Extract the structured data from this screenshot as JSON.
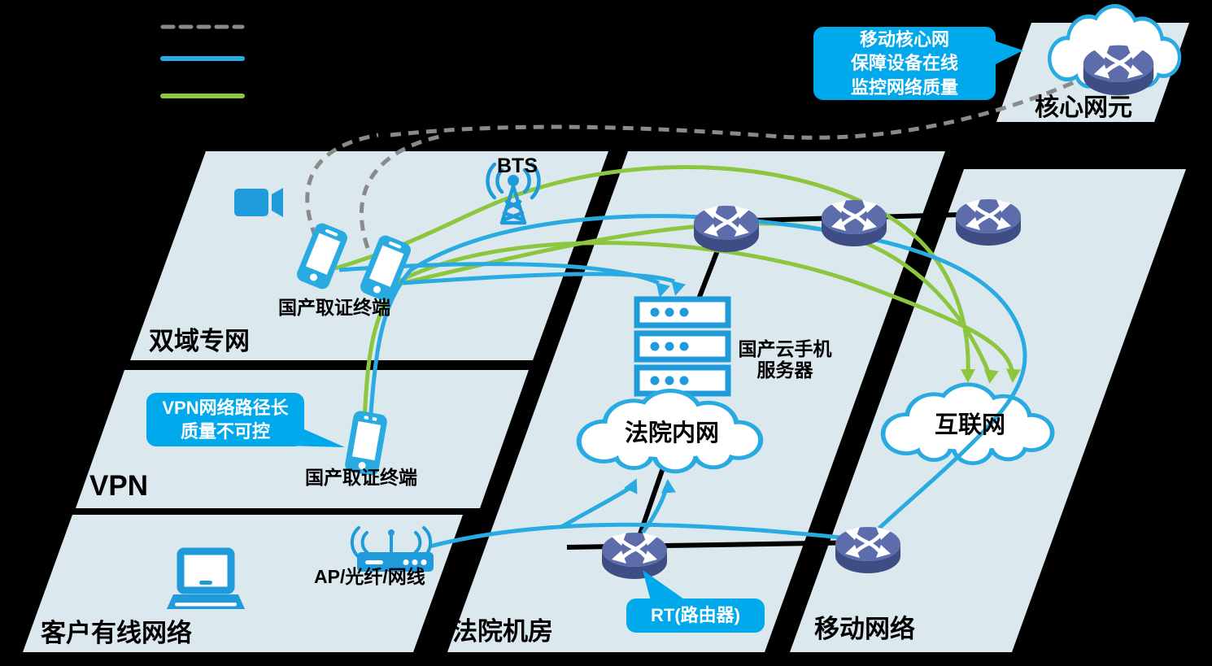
{
  "colors": {
    "background": "#000000",
    "region_fill": "#dbe9ee",
    "line_blue": "#29abe2",
    "line_green": "#8cc63f",
    "line_gray": "#8a8a8a",
    "icon_blue": "#1f9bdb",
    "callout_bg": "#00a8ec",
    "callout_text": "#ffffff",
    "router_top": "#5d6cab",
    "router_side": "#3f4d85",
    "black_link": "#000000"
  },
  "legend": {
    "items": [
      {
        "name": "dashed-gray-line"
      },
      {
        "name": "solid-blue-line"
      },
      {
        "name": "solid-green-line"
      }
    ]
  },
  "regions": {
    "dual_domain": {
      "label": "双域专网"
    },
    "vpn": {
      "label": "VPN"
    },
    "customer_wired": {
      "label": "客户有线网络"
    },
    "court_room": {
      "label": "法院机房"
    },
    "mobile_network": {
      "label": "移动网络"
    }
  },
  "nodes": {
    "core_element": {
      "label": "核心网元"
    },
    "bts": {
      "label": "BTS"
    },
    "evidence_terminal_top": {
      "label": "国产取证终端"
    },
    "evidence_terminal_vpn": {
      "label": "国产取证终端"
    },
    "cloud_server": {
      "label_line1": "国产云手机",
      "label_line2": "服务器"
    },
    "court_intranet": {
      "label": "法院内网"
    },
    "internet": {
      "label": "互联网"
    },
    "ap": {
      "label": "AP/光纤/网线"
    }
  },
  "callouts": {
    "core": {
      "lines": [
        "移动核心网",
        "保障设备在线",
        "监控网络质量"
      ]
    },
    "vpn": {
      "lines": [
        "VPN网络路径长",
        "质量不可控"
      ]
    },
    "rt": {
      "lines": [
        "RT(路由器)"
      ]
    }
  }
}
